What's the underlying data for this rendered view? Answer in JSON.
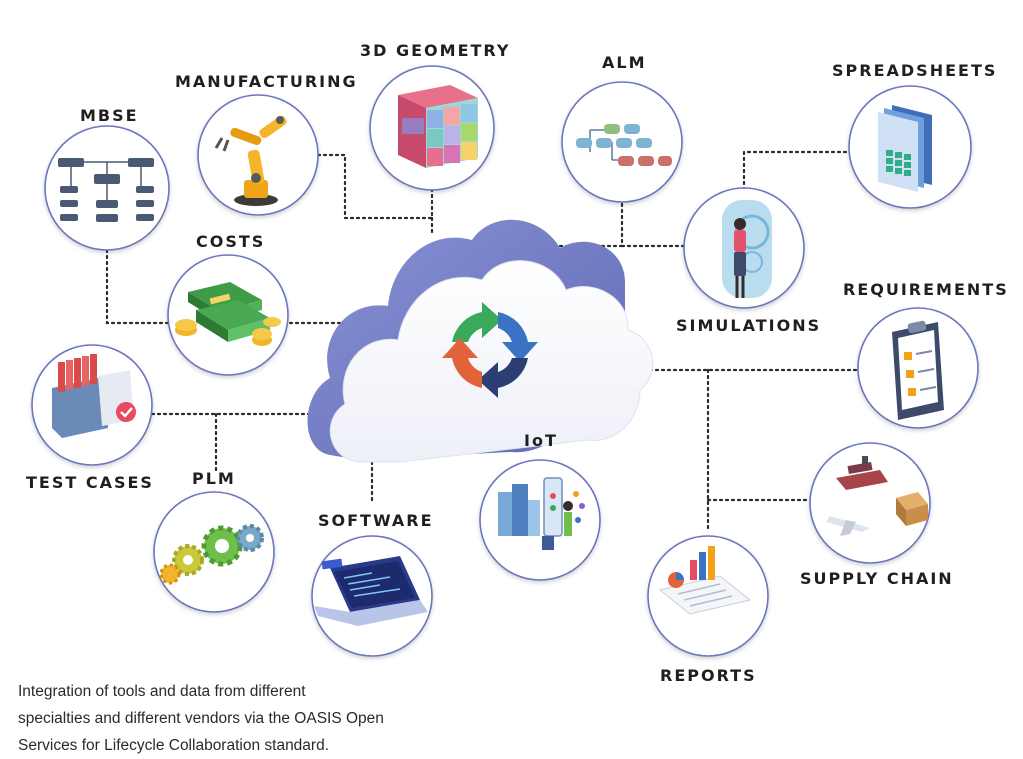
{
  "nodes": {
    "mbse": {
      "label": "MBSE",
      "icon": "hierarchy-chart-icon"
    },
    "manufacturing": {
      "label": "MANUFACTURING",
      "icon": "robot-arm-icon"
    },
    "geometry": {
      "label": "3D GEOMETRY",
      "icon": "3d-cubes-icon"
    },
    "alm": {
      "label": "ALM",
      "icon": "workflow-diagram-icon"
    },
    "spreadsheets": {
      "label": "SPREADSHEETS",
      "icon": "spreadsheet-icon"
    },
    "costs": {
      "label": "COSTS",
      "icon": "money-stacks-icon"
    },
    "simulations": {
      "label": "SIMULATIONS",
      "icon": "vr-simulation-icon"
    },
    "requirements": {
      "label": "REQUIREMENTS",
      "icon": "clipboard-checklist-icon"
    },
    "test_cases": {
      "label": "TEST CASES",
      "icon": "test-folders-icon"
    },
    "plm": {
      "label": "PLM",
      "icon": "gears-icon"
    },
    "software": {
      "label": "SOFTWARE",
      "icon": "laptop-code-icon"
    },
    "iot": {
      "label": "IoT",
      "icon": "smart-city-icon"
    },
    "supply_chain": {
      "label": "SUPPLY CHAIN",
      "icon": "shipping-icon"
    },
    "reports": {
      "label": "REPORTS",
      "icon": "report-chart-icon"
    }
  },
  "hub": {
    "icon": "sync-arrows-icon",
    "shape": "cloud"
  },
  "caption": {
    "line1": "Integration of tools and data from different",
    "line2": "specialties and different vendors via the OASIS Open",
    "line3": "Services for Lifecycle Collaboration standard."
  },
  "colors": {
    "cloud_face": "#ffffff",
    "cloud_side": "#7680c8",
    "circle_border": "#6b76bd",
    "connector": "#2b2b2b",
    "arrow_green": "#3aa95c",
    "arrow_blue": "#3b73c4",
    "arrow_orange": "#e2623a",
    "arrow_navy": "#2b3f74"
  }
}
